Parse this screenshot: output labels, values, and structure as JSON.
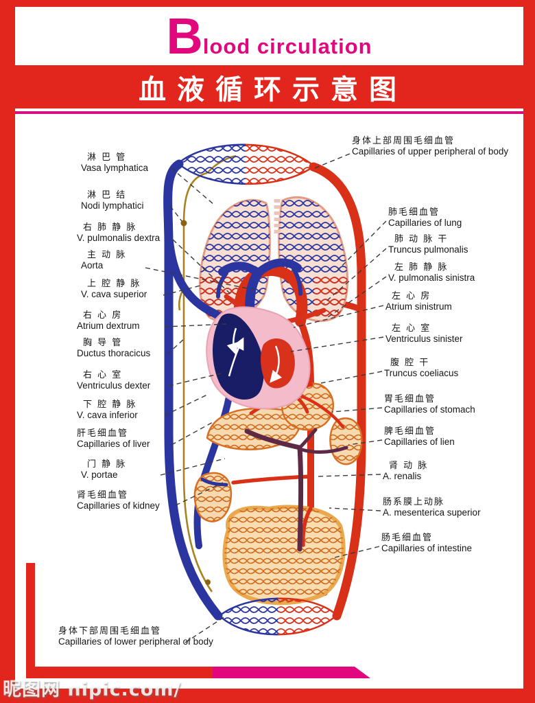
{
  "title": {
    "initial": "B",
    "rest": "lood circulation"
  },
  "subtitle_zh": "血液循环示意图",
  "watermark": "昵图网 nipic.com/",
  "colors": {
    "frame_red": "#e2261d",
    "accent_magenta": "#e0087c",
    "vein_blue": "#2a35a0",
    "artery_red": "#d93018",
    "lymph_gold": "#a8821e",
    "organ_orange": "#d96f23"
  },
  "labels": {
    "left": [
      {
        "zh": "淋 巴 管",
        "la": "Vasa lymphatica"
      },
      {
        "zh": "淋 巴 结",
        "la": "Nodi lymphatici"
      },
      {
        "zh": "右 肺 静 脉",
        "la": "V. pulmonalis dextra"
      },
      {
        "zh": "主 动 脉",
        "la": "Aorta"
      },
      {
        "zh": "上 腔 静 脉",
        "la": "V. cava superior"
      },
      {
        "zh": "右 心 房",
        "la": "Atrium dextrum"
      },
      {
        "zh": "胸 导 管",
        "la": "Ductus thoracicus"
      },
      {
        "zh": "右 心 室",
        "la": "Ventriculus dexter"
      },
      {
        "zh": "下 腔 静 脉",
        "la": "V. cava inferior"
      },
      {
        "zh": "肝毛细血管",
        "la": "Capillaries of liver"
      },
      {
        "zh": "门 静 脉",
        "la": "V. portae"
      },
      {
        "zh": "肾毛细血管",
        "la": "Capillaries of kidney"
      },
      {
        "zh": "身体下部周围毛细血管",
        "la": "Capillaries of lower peripheral of body"
      }
    ],
    "right": [
      {
        "zh": "身体上部周围毛细血管",
        "la": "Capillaries of upper peripheral of body"
      },
      {
        "zh": "肺毛细血管",
        "la": "Capillaries of lung"
      },
      {
        "zh": "肺 动 脉 干",
        "la": "Truncus pulmonalis"
      },
      {
        "zh": "左 肺 静 脉",
        "la": "V. pulmonalis sinistra"
      },
      {
        "zh": "左 心 房",
        "la": "Atrium sinistrum"
      },
      {
        "zh": "左 心 室",
        "la": "Ventriculus sinister"
      },
      {
        "zh": "腹 腔 干",
        "la": "Truncus coeliacus"
      },
      {
        "zh": "胃毛细血管",
        "la": "Capillaries of stomach"
      },
      {
        "zh": "脾毛细血管",
        "la": "Capillaries of lien"
      },
      {
        "zh": "肾 动 脉",
        "la": "A. renalis"
      },
      {
        "zh": "肠系膜上动脉",
        "la": "A. mesenterica superior"
      },
      {
        "zh": "肠毛细血管",
        "la": "Capillaries of intestine"
      }
    ]
  }
}
